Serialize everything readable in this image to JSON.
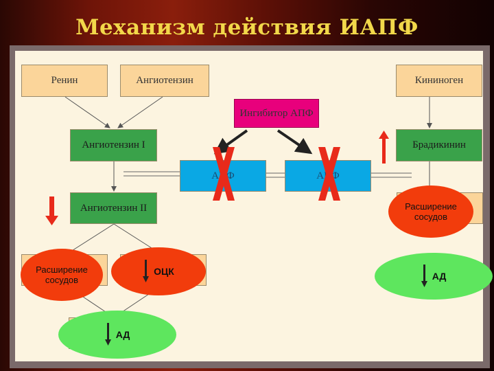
{
  "slide": {
    "title": "Механизм действия ИАПФ"
  },
  "diagram": {
    "renin": "Ренин",
    "angiotensinogen": "Ангиотензин",
    "kininogen": "Кининоген",
    "ace_inhibitor": "Ингибитор АПФ",
    "angiotensin_1": "Ангиотензин I",
    "bradykinin": "Брадикинин",
    "ace_left": "АПФ",
    "ace_right": "АПФ",
    "angiotensin_2": "Ангиотензин II",
    "vasodilation_left": "Расширение сосудов",
    "bcv": "ОЦК",
    "bp_left": "АД",
    "vasodilation_right": "Расширение сосудов",
    "bp_right": "АД"
  },
  "colors": {
    "title": "#f2d84a",
    "peach": "#fbd59a",
    "green": "#3aa24a",
    "blue": "#0aa8e4",
    "magenta": "#e8007c",
    "red_mark": "#e82a1a",
    "oval_red": "#f23c0c",
    "oval_green": "#5ee65e"
  }
}
